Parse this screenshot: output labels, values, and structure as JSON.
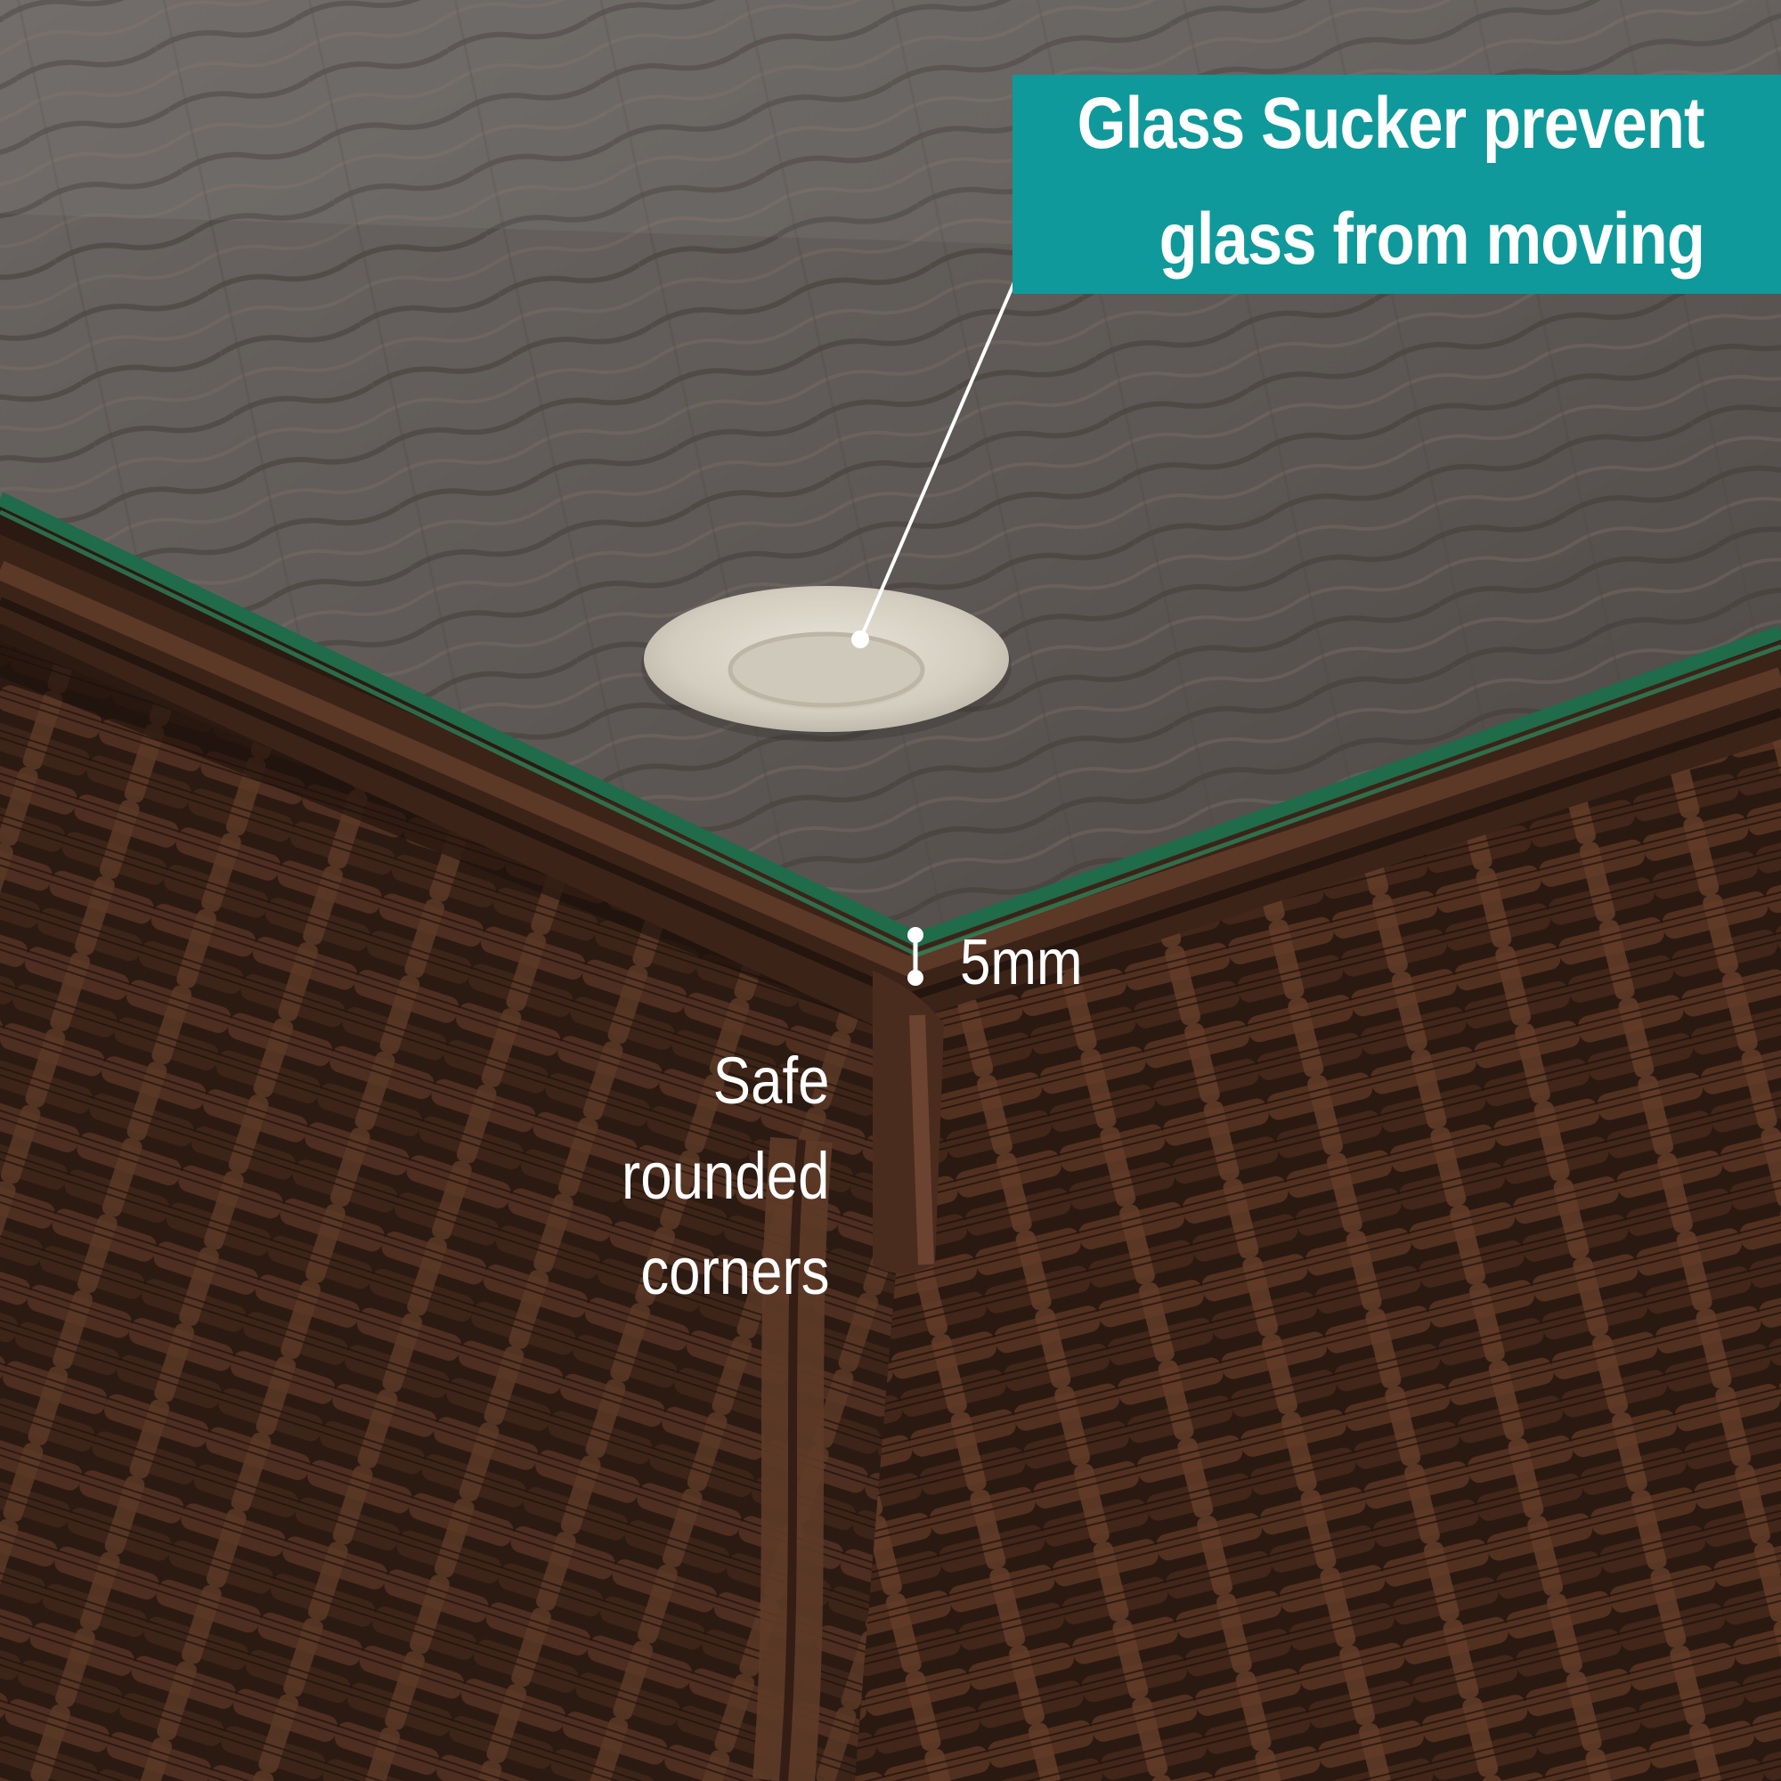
{
  "callout": {
    "line1": "Glass Sucker prevent",
    "line2": "glass from moving",
    "box_color": "#10999a"
  },
  "thickness_label": "5mm",
  "corner_label": {
    "line1": "Safe",
    "line2": "rounded",
    "line3": "corners"
  },
  "colors": {
    "glass": "#5f5a57",
    "glass_edge": "#1f6b4a",
    "rattan_dark": "#2a1a12",
    "rattan_mid": "#5a3525",
    "sucker": "#d8d3c6"
  }
}
